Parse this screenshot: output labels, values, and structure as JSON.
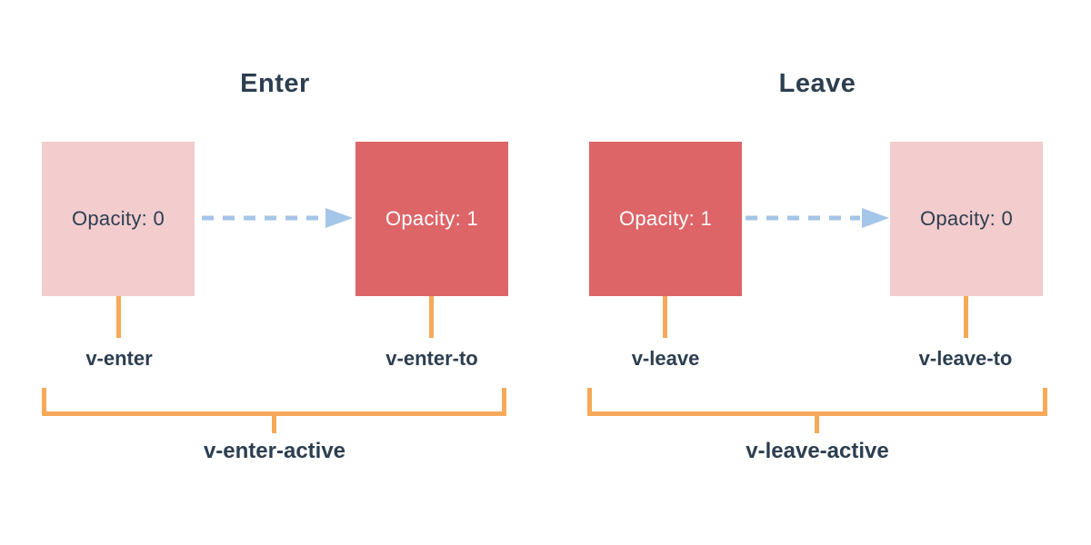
{
  "colors": {
    "dark": "#2c3e50",
    "pink": "#f3ccce",
    "red": "#dd6568",
    "blue": "#a4c6e8",
    "orange": "#f6a959"
  },
  "sections": [
    {
      "title": "Enter",
      "from_box": {
        "label": "Opacity: 0",
        "class_label": "v-enter"
      },
      "to_box": {
        "label": "Opacity: 1",
        "class_label": "v-enter-to"
      },
      "active_label": "v-enter-active"
    },
    {
      "title": "Leave",
      "from_box": {
        "label": "Opacity: 1",
        "class_label": "v-leave"
      },
      "to_box": {
        "label": "Opacity: 0",
        "class_label": "v-leave-to"
      },
      "active_label": "v-leave-active"
    }
  ]
}
